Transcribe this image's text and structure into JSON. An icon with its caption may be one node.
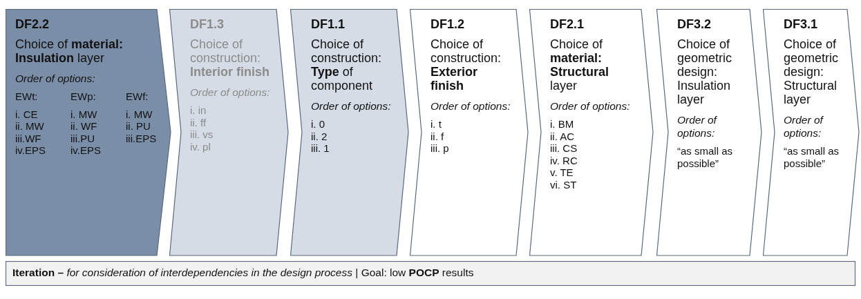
{
  "diagram": {
    "nodes": [
      {
        "text": [
          "DF2.2",
          "Choice of **material: Insulation** layer",
          "Order of options:",
          "EWt:",
          "i. CE",
          "ii. MW",
          "iii.WF",
          "iv.EPS",
          "EWp:",
          "i. MW",
          "ii. WF",
          "iii.PU",
          "iv.EPS",
          "EWf:",
          "i. MW",
          "ii. PU",
          "iii.EPS"
        ]
      },
      {
        "text": [
          "DF1.3",
          "Choice of construction: **Interior finish**",
          "Order of options:",
          "i. in",
          "ii. ff",
          "iii. vs",
          "iv. pl"
        ]
      },
      {
        "text": [
          "DF1.1",
          "Choice of construction: **Type** of component",
          "Order of options:",
          "i. 0",
          "ii. 2",
          "iii. 1"
        ]
      },
      {
        "text": [
          "DF1.2",
          "Choice of construction: **Exterior finish**",
          "Order of options:",
          "i. t",
          "ii. f",
          "iii. p"
        ]
      },
      {
        "text": [
          "DF2.1",
          "Choice of **material: Structural** layer",
          "Order of options:",
          "i. BM",
          "ii. AC",
          "iii. CS",
          "iv. RC",
          "v. TE",
          "vi. ST"
        ]
      },
      {
        "text": [
          "DF3.2",
          "Choice of geometric design: Insulation layer",
          "Order of options:",
          "“as small as possible”"
        ]
      },
      {
        "text": [
          "DF3.1",
          "Choice of geometric design: Structural layer",
          "Order of options:",
          "“as small as possible”"
        ]
      },
      {
        "text": [
          "**Iteration –** *for consideration of interdependencies in the design process* | Goal: low **POCP** results"
        ]
      }
    ]
  }
}
